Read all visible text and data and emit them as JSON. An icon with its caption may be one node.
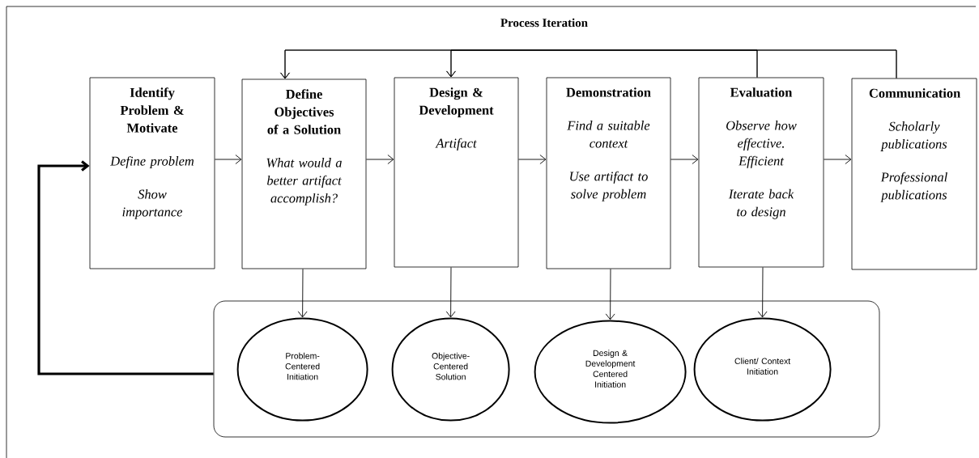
{
  "diagram": {
    "title": "Process Iteration",
    "nodes": [
      {
        "text": [
          "Identify Problem & Motivate",
          "Define problem",
          "Show importance"
        ]
      },
      {
        "text": [
          "Define Objectives of a Solution",
          "What would a better artifact accomplish?"
        ]
      },
      {
        "text": [
          "Design & Development",
          "Artifact"
        ]
      },
      {
        "text": [
          "Demonstration",
          "Find a suitable context",
          "Use artifact to solve problem"
        ]
      },
      {
        "text": [
          "Evaluation",
          "Observe how effective. Efficient",
          "Iterate back to design"
        ]
      },
      {
        "text": [
          "Communication",
          "Scholarly publications",
          "Professional publications"
        ]
      },
      {
        "text": [],
        "shape": "box"
      },
      {
        "text": [
          "Problem-Centered Initiation"
        ],
        "in": 6
      },
      {
        "text": [
          "Objective-Centered Solution"
        ],
        "in": 6
      },
      {
        "text": [
          "Design & Development Centered Initiation"
        ],
        "in": 6
      },
      {
        "text": [
          "Client/ Context Initiation"
        ],
        "in": 6
      }
    ],
    "edges": [
      {
        "from": 0,
        "to": 1,
        "arrow": "to"
      },
      {
        "from": 1,
        "to": 2,
        "arrow": "to"
      },
      {
        "from": 2,
        "to": 3,
        "arrow": "to"
      },
      {
        "from": 3,
        "to": 4,
        "arrow": "to"
      },
      {
        "from": 4,
        "to": 5,
        "arrow": "to"
      },
      {
        "from": 4,
        "to": 1,
        "arrow": "to"
      },
      {
        "from": 4,
        "to": 2,
        "arrow": "to"
      },
      {
        "from": 5,
        "to": 1,
        "arrow": "to"
      },
      {
        "from": 5,
        "to": 2,
        "arrow": "to"
      },
      {
        "from": 1,
        "to": 7,
        "arrow": "to"
      },
      {
        "from": 2,
        "to": 8,
        "arrow": "to"
      },
      {
        "from": 3,
        "to": 9,
        "arrow": "to"
      },
      {
        "from": 4,
        "to": 10,
        "arrow": "to"
      },
      {
        "from": 6,
        "to": 0,
        "arrow": "to",
        "style": "thick"
      }
    ]
  }
}
